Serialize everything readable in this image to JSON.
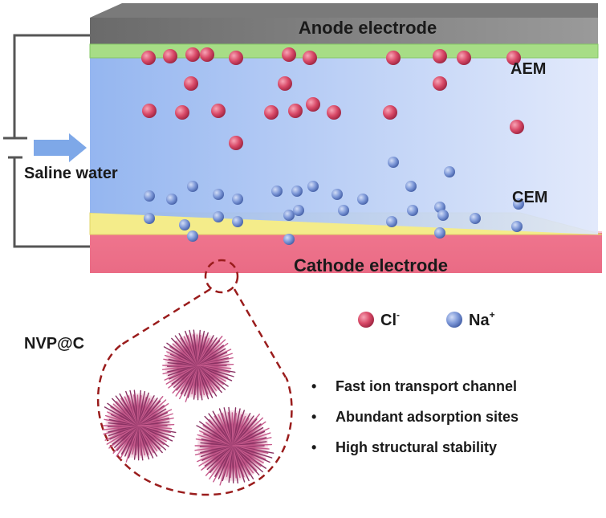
{
  "anode": {
    "label": "Anode electrode",
    "color": "#6f6f6f"
  },
  "cathode": {
    "label": "Cathode electrode",
    "color": "#f07a92"
  },
  "membranes": {
    "aem_label": "AEM",
    "cem_label": "CEM",
    "aem_color": "#a7dd86",
    "cem_color": "#f4ec8a"
  },
  "inlet": {
    "label": "Saline water",
    "arrow_color": "#7ea8e8"
  },
  "channel": {
    "color": "#a9c4f4"
  },
  "material": {
    "label": "NVP@C",
    "outline_color": "#9a1c1c"
  },
  "legend": {
    "cl": {
      "label": "Cl",
      "sup": "-",
      "color": "#d94a68"
    },
    "na": {
      "label": "Na",
      "sup": "+",
      "color": "#6f8fd6"
    }
  },
  "features": [
    "Fast ion transport channel",
    "Abundant  adsorption sites",
    "High structural stability"
  ]
}
